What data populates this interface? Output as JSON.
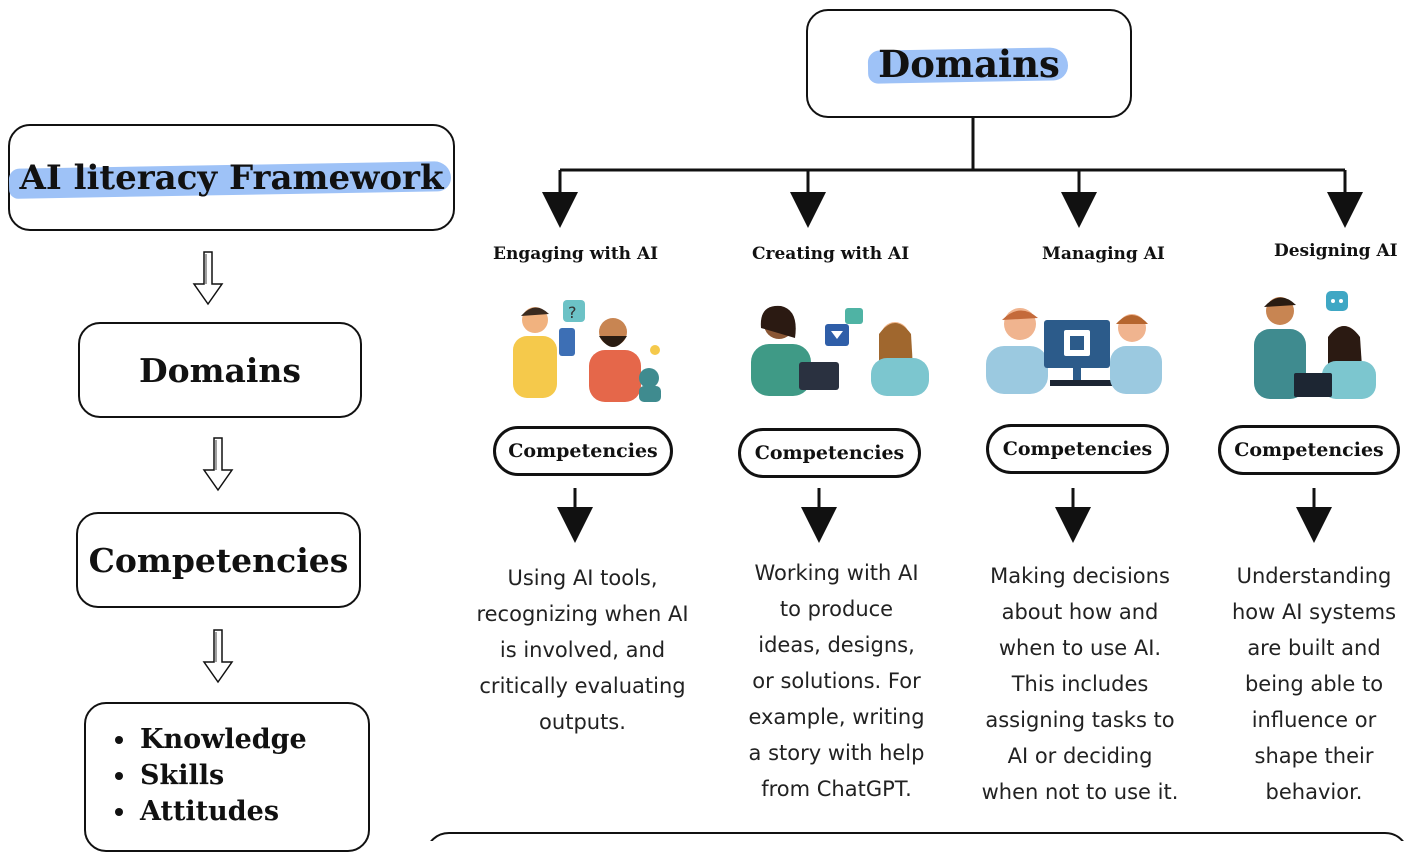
{
  "top_title": "Domains",
  "framework": {
    "title": "AI literacy Framework",
    "levels": [
      "Domains",
      "Competencies"
    ],
    "components": [
      "Knowledge",
      "Skills",
      "Attitudes"
    ]
  },
  "domains": [
    {
      "title": "Engaging with AI",
      "competency_label": "Competencies",
      "description": [
        "Using AI tools,",
        "recognizing when AI",
        "is involved, and",
        "critically evaluating",
        "outputs."
      ]
    },
    {
      "title": "Creating with AI",
      "competency_label": "Competencies",
      "description": [
        "Working with AI",
        "to produce",
        "ideas, designs,",
        "or solutions. For",
        "example, writing",
        "a story with help",
        "from ChatGPT."
      ]
    },
    {
      "title": "Managing AI",
      "competency_label": "Competencies",
      "description": [
        "Making decisions",
        "about how and",
        "when to use AI.",
        "This includes",
        "assigning tasks to",
        "AI or deciding",
        "when not to use it."
      ]
    },
    {
      "title": "Designing AI",
      "competency_label": "Competencies",
      "description": [
        "Understanding",
        "how AI systems",
        "are built and",
        "being able to",
        "influence or",
        "shape their",
        "behavior."
      ]
    }
  ],
  "colors": {
    "highlight": "#9ec2f7",
    "ink": "#111111"
  },
  "icons": [
    "people-phone-icon",
    "people-laptop-icon",
    "computer-chip-icon",
    "robot-team-icon"
  ]
}
